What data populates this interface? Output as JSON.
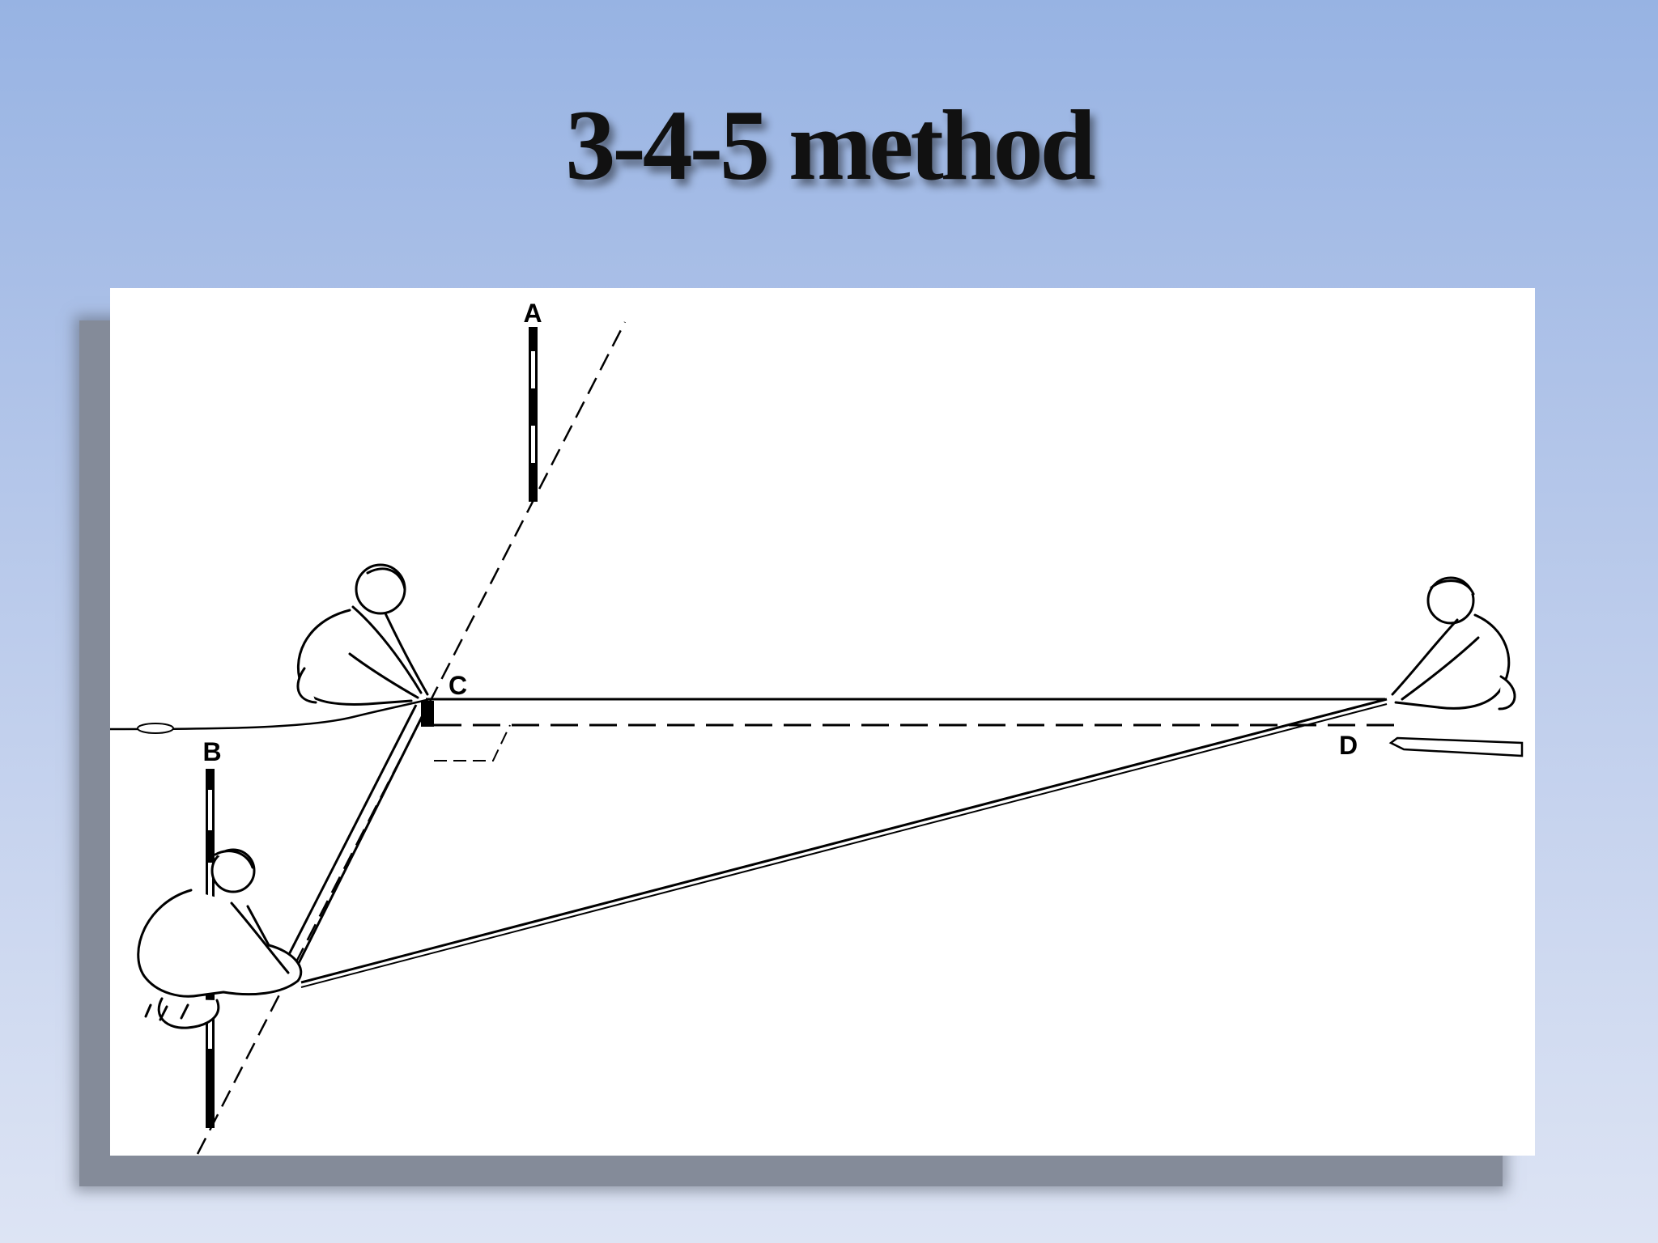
{
  "slide": {
    "title": "3-4-5 method"
  },
  "diagram": {
    "points": {
      "a": "A",
      "b": "B",
      "c": "C",
      "d": "D"
    }
  }
}
